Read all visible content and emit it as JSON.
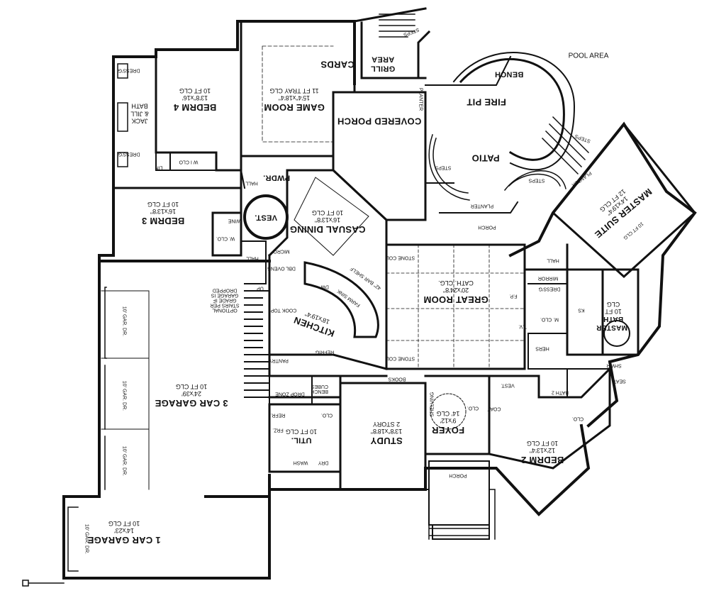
{
  "plan": {
    "pool_area": "POOL AREA",
    "rooms": {
      "bedrm4": {
        "name": "BEDRM 4",
        "dims": "13'8\"x16'",
        "clg": "10 FT CLG"
      },
      "game_room": {
        "name": "GAME ROOM",
        "dims": "15'4\"x18'4\"",
        "clg": "11 FT TRAY CLG"
      },
      "cards": {
        "name": "CARDS"
      },
      "grill_area": {
        "name": "GRILL AREA"
      },
      "covered_porch": {
        "name": "COVERED PORCH"
      },
      "fire_pit": {
        "name": "FIRE PIT"
      },
      "bench": {
        "name": "BENCH"
      },
      "patio": {
        "name": "PATIO"
      },
      "jack_jill_bath": {
        "name": "JACK & JILL BATH"
      },
      "bedrm3": {
        "name": "BEDRM 3",
        "dims": "16'x13'8\"",
        "clg": "10 FT CLG"
      },
      "pwdr": {
        "name": "PWDR."
      },
      "vest_top": {
        "name": "VEST."
      },
      "casual_dining": {
        "name": "CASUAL DINING",
        "dims": "16'x13'8\"",
        "clg": "10 FT CLG"
      },
      "master_suite": {
        "name": "MASTER SUITE",
        "dims": "14'x19'4\"",
        "clg": "12 FT CLG"
      },
      "great_room": {
        "name": "GREAT ROOM",
        "dims": "20'x24'8\"",
        "clg": "CATH. CLG."
      },
      "kitchen": {
        "name": "KITCHEN",
        "dims": "18'x19'4\""
      },
      "three_car_garage": {
        "name": "3 CAR GARAGE",
        "dims": "24'x39'",
        "clg": "10 FT CLG"
      },
      "master_bath": {
        "name": "MASTER BATH",
        "clg": "10 FT CLG"
      },
      "study": {
        "name": "STUDY",
        "dims": "13'8\"x18'8\"",
        "clg": "2 STORY"
      },
      "foyer": {
        "name": "FOYER",
        "dims": "9'x12'",
        "clg": "14' CLG"
      },
      "bedrm2": {
        "name": "BEDRM 2",
        "dims": "12'x13'4\"",
        "clg": "10 FT CLG"
      },
      "util": {
        "name": "UTIL.",
        "clg": "10 FT CLG"
      },
      "one_car_garage": {
        "name": "1 CAR GARAGE",
        "dims": "14'x23'",
        "clg": "10 FT CLG"
      }
    },
    "small_labels": {
      "dress_top": "DRESS'G",
      "dress_mid": "DRESS'G",
      "wi_clo": "W I CLO",
      "lin": "LIN",
      "hall_a": "HALL",
      "hall_b": "HALL",
      "hall_c": "HALL",
      "wine": "WINE",
      "wclo": "W. CLO.",
      "planter_a": "PLANTER",
      "planter_b": "PLANTER",
      "planter_c": "PLANTER",
      "steps_a": "STEPS",
      "steps_b": "STEPS",
      "steps_c": "STEPS",
      "steps_d": "STEPS",
      "porch_a": "PORCH",
      "porch_b": "PORCH",
      "stone_col_a": "STONE COL",
      "stone_col_b": "STONE COL",
      "micro": "MICRO",
      "dbl_ovens": "DBL OVENS",
      "cook_top": "COOK TOP",
      "dw": "DW",
      "farm_sink": "FARM SINK",
      "refrig": "REFRIG",
      "pantry": "PANTRY",
      "optional_stairs": "OPTIONAL STAIRS PER GRADE IF GARAGE IS DROPPED",
      "up": "UP",
      "fp": "F.P.",
      "tv_a": "T.V.",
      "mirror": "MIRROR",
      "m_clo": "M. CLO.",
      "ks": "KS",
      "hers": "HERS",
      "shwr": "SHWR",
      "seat": "SEAT",
      "books": "BOOKS",
      "bench_cubes": "BENCH CUBES",
      "drop_zone": "DROP ZONE",
      "clo_a": "CLO.",
      "clo_b": "CLO.",
      "clo_c": "CLO.",
      "refr": "REFR.",
      "frz": "FRZ.",
      "wash": "WASH",
      "dry": "DRY",
      "vest_low": "VEST.",
      "bath2": "BATH 2",
      "coat": "COAT",
      "shelving": "SHELVING",
      "bar_shelf": "42\" BAR SHELF",
      "tenft_clg": "10 FT CLG",
      "garage_door": "10' GAR. DR."
    }
  }
}
